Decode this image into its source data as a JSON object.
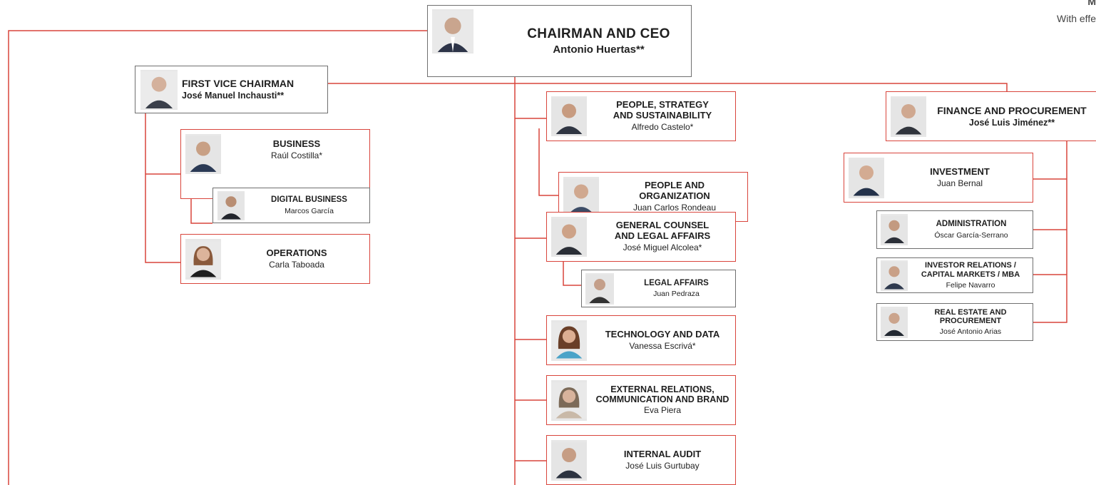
{
  "header_note": {
    "line1": "M",
    "line2": "With effe"
  },
  "colors": {
    "connector": "#d9453c",
    "border_red": "#d9453c",
    "border_grey": "#6f6f6f"
  },
  "chairman": {
    "title": "CHAIRMAN AND CEO",
    "name": "Antonio Huertas**"
  },
  "first_vice_chairman": {
    "title": "FIRST VICE CHAIRMAN",
    "name": "José Manuel Inchausti**"
  },
  "business": {
    "title": "BUSINESS",
    "name": "Raúl Costilla*"
  },
  "digital_business": {
    "title": "DIGITAL BUSINESS",
    "name": "Marcos García"
  },
  "operations": {
    "title": "OPERATIONS",
    "name": "Carla Taboada"
  },
  "people_strategy": {
    "title": "PEOPLE, STRATEGY\nAND SUSTAINABILITY",
    "name": "Alfredo Castelo*"
  },
  "people_org": {
    "title": "PEOPLE AND\nORGANIZATION",
    "name": "Juan Carlos Rondeau"
  },
  "general_counsel": {
    "title": "GENERAL COUNSEL\nAND LEGAL AFFAIRS",
    "name": "José Miguel Alcolea*"
  },
  "legal_affairs": {
    "title": "LEGAL AFFAIRS",
    "name": "Juan Pedraza"
  },
  "technology": {
    "title": "TECHNOLOGY AND DATA",
    "name": "Vanessa Escrivá*"
  },
  "external_relations": {
    "title": "EXTERNAL RELATIONS,\nCOMMUNICATION AND BRAND",
    "name": "Eva Piera"
  },
  "internal_audit": {
    "title": "INTERNAL AUDIT",
    "name": "José Luis Gurtubay"
  },
  "finance": {
    "title": "FINANCE AND PROCUREMENT",
    "name": "José Luis Jiménez**"
  },
  "investment": {
    "title": "INVESTMENT",
    "name": "Juan Bernal"
  },
  "administration": {
    "title": "ADMINISTRATION",
    "name": "Óscar García-Serrano"
  },
  "investor_relations": {
    "title": "INVESTOR RELATIONS /\nCAPITAL MARKETS / MBA",
    "name": "Felipe Navarro"
  },
  "real_estate": {
    "title": "REAL ESTATE AND\nPROCUREMENT",
    "name": "José Antonio Arias"
  }
}
